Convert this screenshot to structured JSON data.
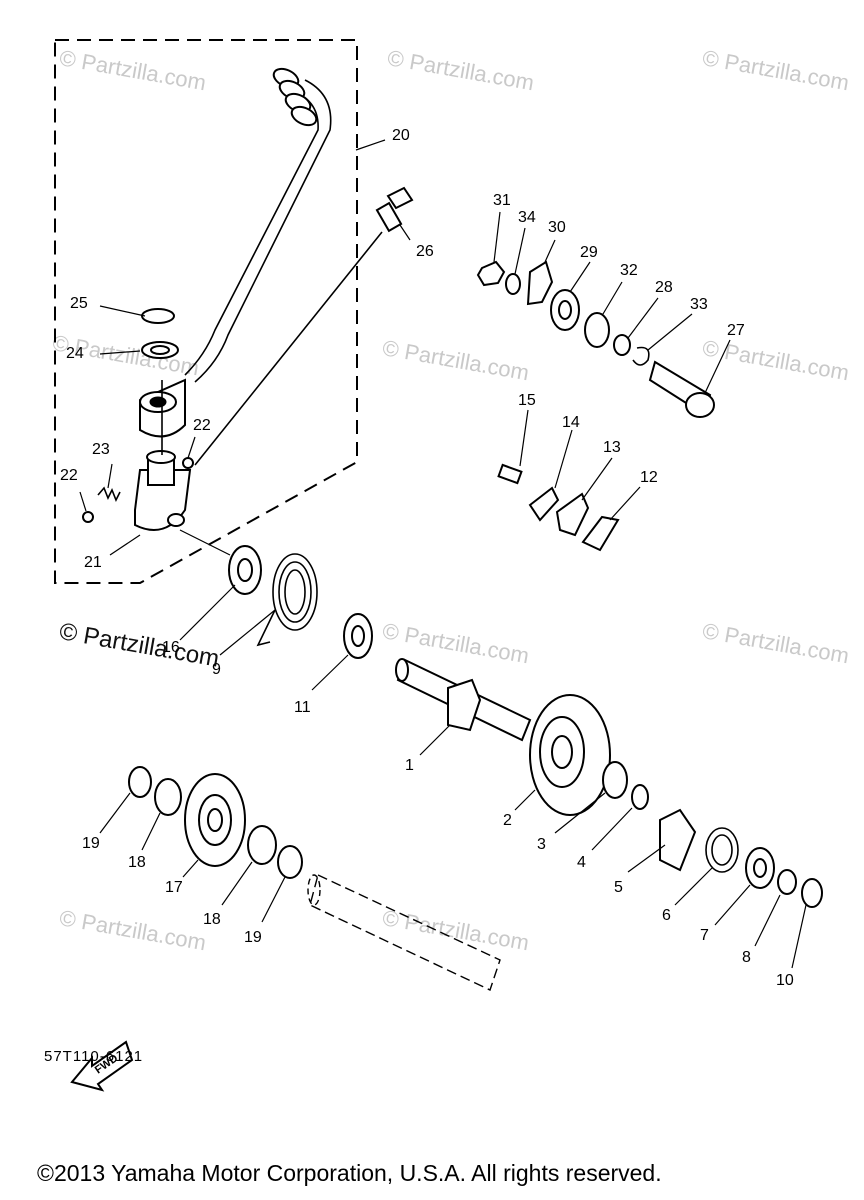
{
  "watermarks": [
    "© Partzilla.com",
    "© Partzilla.com",
    "© Partzilla.com",
    "© Partzilla.com",
    "© Partzilla.com",
    "© Partzilla.com",
    "© Partzilla.com",
    "© Partzilla.com",
    "© Partzilla.com",
    "© Partzilla.com"
  ],
  "watermark_dark": "© Partzilla.com",
  "callouts": [
    "20",
    "26",
    "31",
    "34",
    "30",
    "29",
    "32",
    "28",
    "33",
    "27",
    "25",
    "24",
    "22",
    "23",
    "22",
    "21",
    "15",
    "14",
    "13",
    "12",
    "16",
    "9",
    "11",
    "1",
    "2",
    "3",
    "4",
    "5",
    "6",
    "7",
    "8",
    "10",
    "19",
    "18",
    "17",
    "18",
    "19"
  ],
  "fwd_label": "FWD",
  "diagram_code": "57T110-6121",
  "copyright": "©2013 Yamaha Motor Corporation, U.S.A. All rights reserved."
}
